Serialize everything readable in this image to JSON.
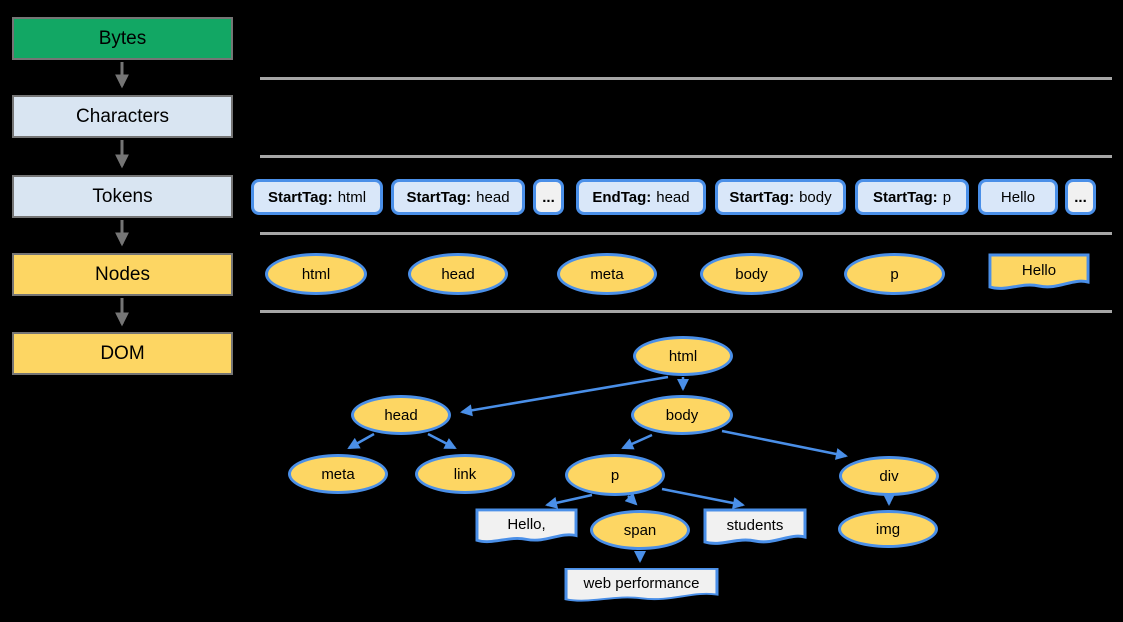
{
  "pipeline": {
    "stages": [
      {
        "label": "Bytes"
      },
      {
        "label": "Characters"
      },
      {
        "label": "Tokens"
      },
      {
        "label": "Nodes"
      },
      {
        "label": "DOM"
      }
    ]
  },
  "tokens_row": {
    "items": [
      {
        "bold": "StartTag:",
        "value": "html"
      },
      {
        "bold": "StartTag:",
        "value": "head"
      },
      {
        "label": "..."
      },
      {
        "bold": "EndTag:",
        "value": "head"
      },
      {
        "bold": "StartTag:",
        "value": "body"
      },
      {
        "bold": "StartTag:",
        "value": "p"
      },
      {
        "label": "Hello"
      },
      {
        "label": "..."
      }
    ]
  },
  "nodes_row": {
    "items": [
      {
        "label": "html"
      },
      {
        "label": "head"
      },
      {
        "label": "meta"
      },
      {
        "label": "body"
      },
      {
        "label": "p"
      }
    ],
    "text_node": {
      "label": "Hello"
    }
  },
  "dom_tree": {
    "nodes": {
      "html": "html",
      "head": "head",
      "body": "body",
      "meta": "meta",
      "link": "link",
      "p": "p",
      "span": "span",
      "div": "div",
      "img": "img"
    },
    "text_nodes": {
      "hello": "Hello,",
      "students": "students",
      "web_performance": "web performance"
    }
  },
  "colors": {
    "bytes_green": "#12A764",
    "stage_light_blue": "#D9E5F2",
    "stage_yellow": "#FDD663",
    "token_fill": "#D9E7F9",
    "ellipsis_fill": "#F1F1F1",
    "text_node_fill": "#F1F1F1",
    "edge_blue": "#4A8FE8",
    "pipeline_arrow_gray": "#757575",
    "separator_gray": "#A6A6A6",
    "background": "#000000"
  }
}
